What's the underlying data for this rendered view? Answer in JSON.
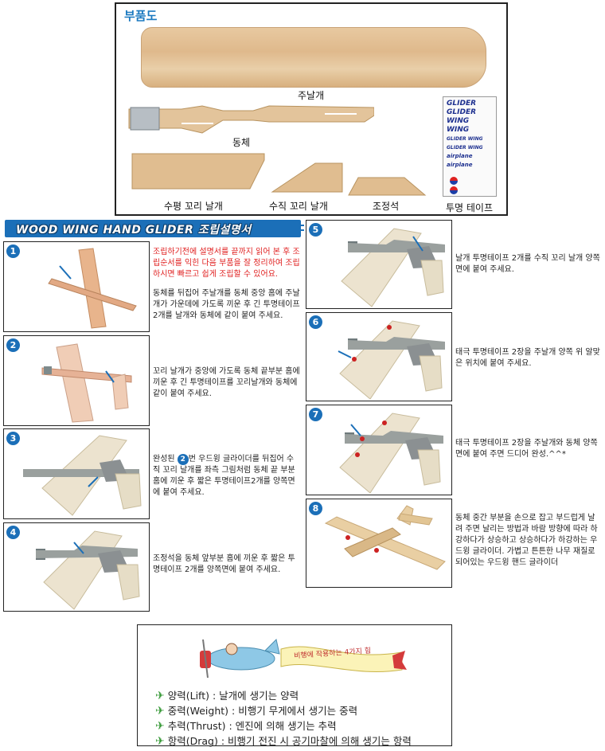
{
  "parts": {
    "title": "부품도",
    "main_wing": "주날개",
    "fuselage": "동체",
    "horizontal_tail": "수평 꼬리 날개",
    "vertical_tail": "수직 꼬리 날개",
    "weight": "조정석",
    "tape": "투명 테이프",
    "stickers": [
      "GLIDER",
      "GLIDER",
      "WING",
      "WING",
      "GLIDER WING",
      "GLIDER WING",
      "airplane",
      "airplane"
    ]
  },
  "banner": {
    "title": "WOOD WING HAND GLIDER 조립설명서"
  },
  "intro": {
    "warning": "조립하기전에 설명서를 끝까지 읽어 본 후 조립순서를 익힌 다음 부품을 잘 정리하여 조립하시면 빠르고 쉽게 조립할 수 있어요."
  },
  "steps": [
    {
      "num": "1",
      "text": "동체를 뒤집어 주날개를 동체 중앙 홈에 주날개가 가운데에 가도록 끼운 후 긴 투명테이프 2개를 날개와 동체에 같이 붙여 주세요."
    },
    {
      "num": "2",
      "text": "꼬리 날개가 중앙에 가도록 동체 끝부분 홈에 끼운 후 긴 투명테이프를 꼬리날개와 동체에 같이 붙여 주세요."
    },
    {
      "num": "3",
      "text_pre": "완성된",
      "inline_num": "2",
      "text_post": "번 우드윙 글라이더를 뒤집어 수직 꼬리 날개를 좌측 그림처럼 동체 끝 부분 홈에 끼운 후 짧은 투명테이프2개를 양쪽면에 붙여 주세요."
    },
    {
      "num": "4",
      "text": "조정석을 동체 앞부분 홈에 끼운 후 짧은 투명테이프 2개를 양쪽면에 붙여 주세요."
    },
    {
      "num": "5",
      "text": "날개 투명테이프 2개를 수직 꼬리 날개 양쪽면에 붙여 주세요."
    },
    {
      "num": "6",
      "text": "태극 투명테이프 2장을 주날개 양쪽 위 알맞은 위치에 붙여 주세요."
    },
    {
      "num": "7",
      "text": "태극 투명테이프 2장을 주날개와 동체 양쪽면에 붙여 주면 드디어 완성.^^*"
    },
    {
      "num": "8",
      "text": "동체 중간 부분을 손으로 잡고 부드럽게 날려 주면 날리는 방법과 바람 방향에 따라 하강하다가 상승하고 상승하다가 하강하는 우드윙 글라이더. 가볍고 튼튼한 나무 재질로 되어있는 우드윙 핸드 글라이더"
    }
  ],
  "forces": {
    "banner_text": "비행에 작용하는 4가지 힘",
    "items": [
      "양력(Lift) : 날개에 생기는 양력",
      "중력(Weight) : 비행기 무게에서 생기는 중력",
      "추력(Thrust) : 엔진에 의해 생기는 추력",
      "항력(Drag) : 비행기 전진 시 공기마찰에 의해 생기는 항력"
    ]
  },
  "colors": {
    "accent": "#1b6fb8",
    "warning": "#e02020",
    "wood": "#e2bf93",
    "force_icon": "#3a9a3a"
  }
}
